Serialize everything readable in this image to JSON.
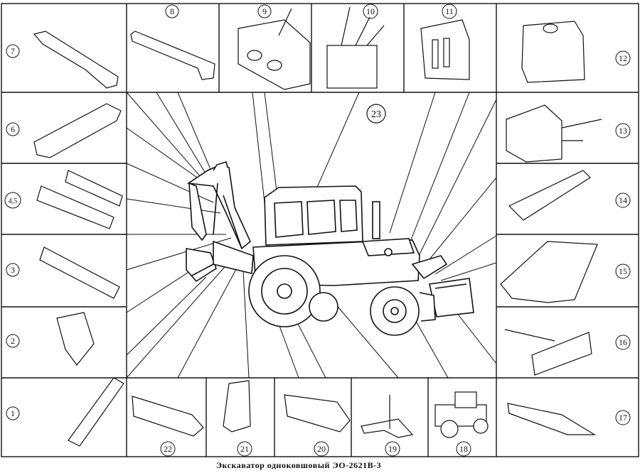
{
  "caption": "Экскаватор одноковшовый ЭО-2621В-3",
  "callouts": [
    {
      "id": "p1",
      "label": "1"
    },
    {
      "id": "p2",
      "label": "2"
    },
    {
      "id": "p3",
      "label": "3"
    },
    {
      "id": "p45",
      "label": "4,5"
    },
    {
      "id": "p6",
      "label": "6"
    },
    {
      "id": "p7",
      "label": "7"
    },
    {
      "id": "p8",
      "label": "8"
    },
    {
      "id": "p9",
      "label": "9"
    },
    {
      "id": "p10",
      "label": "10"
    },
    {
      "id": "p11",
      "label": "11"
    },
    {
      "id": "p12",
      "label": "12"
    },
    {
      "id": "p13",
      "label": "13"
    },
    {
      "id": "p14",
      "label": "14"
    },
    {
      "id": "p15",
      "label": "15"
    },
    {
      "id": "p16",
      "label": "16"
    },
    {
      "id": "p17",
      "label": "17"
    },
    {
      "id": "p18",
      "label": "18"
    },
    {
      "id": "p19",
      "label": "19"
    },
    {
      "id": "p20",
      "label": "20"
    },
    {
      "id": "p21",
      "label": "21"
    },
    {
      "id": "p22",
      "label": "22"
    },
    {
      "id": "p23",
      "label": "23"
    }
  ]
}
